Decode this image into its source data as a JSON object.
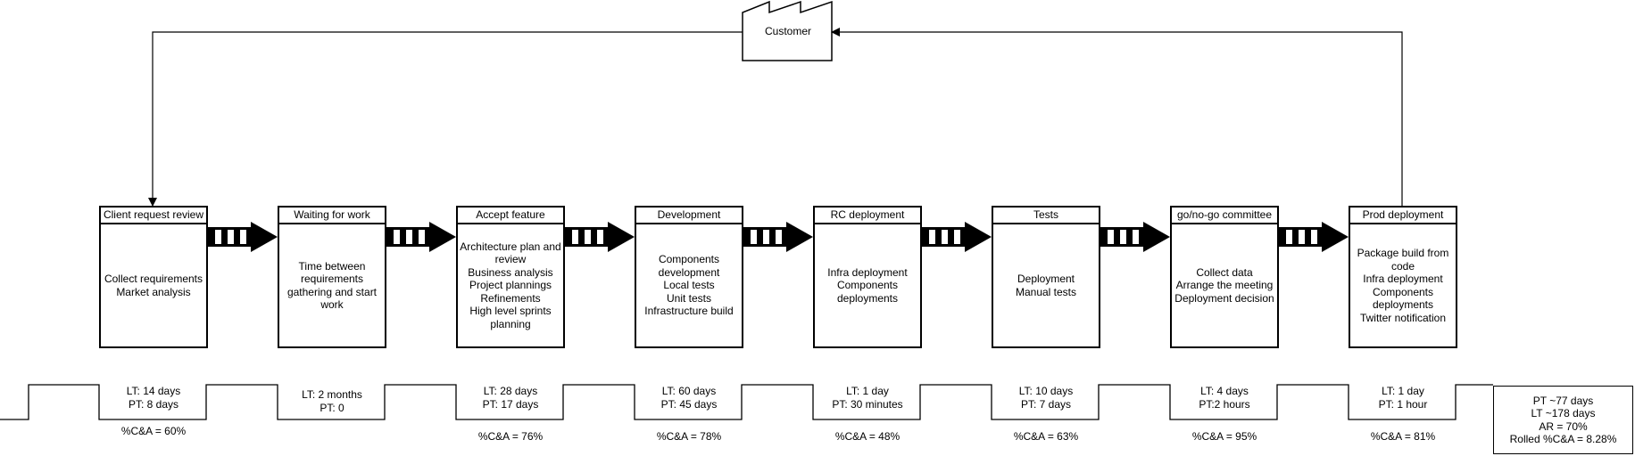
{
  "customer": {
    "label": "Customer"
  },
  "processes": [
    {
      "title": "Client request review",
      "lines": [
        "Collect requirements",
        "Market analysis"
      ]
    },
    {
      "title": "Waiting for work",
      "lines": [
        "Time between",
        "requirements",
        "gathering and start",
        "work"
      ]
    },
    {
      "title": "Accept feature",
      "lines": [
        "Architecture plan and",
        "review",
        "Business analysis",
        "Project plannings",
        "Refinements",
        "High level sprints",
        "planning"
      ]
    },
    {
      "title": "Development",
      "lines": [
        "Components",
        "development",
        "Local tests",
        "Unit tests",
        "Infrastructure build"
      ]
    },
    {
      "title": "RC deployment",
      "lines": [
        "Infra deployment",
        "Components",
        "deployments"
      ]
    },
    {
      "title": "Tests",
      "lines": [
        "Deployment",
        "Manual tests"
      ]
    },
    {
      "title": "go/no-go committee",
      "lines": [
        "Collect data",
        "Arrange the meeting",
        "Deployment decision"
      ]
    },
    {
      "title": "Prod deployment",
      "lines": [
        "Package build from",
        "code",
        "Infra deployment",
        "Components",
        "deployments",
        "Twitter notification"
      ]
    }
  ],
  "metrics": [
    {
      "lt": "LT: 14 days",
      "pt": "PT: 8 days",
      "cna": "%C&A = 60%"
    },
    {
      "lt": "LT: 2 months",
      "pt": "PT: 0",
      "cna": ""
    },
    {
      "lt": "LT: 28 days",
      "pt": "PT: 17 days",
      "cna": "%C&A = 76%"
    },
    {
      "lt": "LT: 60 days",
      "pt": "PT: 45 days",
      "cna": "%C&A = 78%"
    },
    {
      "lt": "LT: 1 day",
      "pt": "PT: 30 minutes",
      "cna": "%C&A = 48%"
    },
    {
      "lt": "LT: 10 days",
      "pt": "PT: 7 days",
      "cna": "%C&A = 63%"
    },
    {
      "lt": "LT: 4 days",
      "pt": "PT:2 hours",
      "cna": "%C&A = 95%"
    },
    {
      "lt": "LT: 1 day",
      "pt": "PT: 1 hour",
      "cna": "%C&A = 81%"
    }
  ],
  "summary": {
    "lines": [
      "PT ~77 days",
      "LT ~178 days",
      "AR = 70%",
      "Rolled %C&A = 8.28%"
    ]
  }
}
